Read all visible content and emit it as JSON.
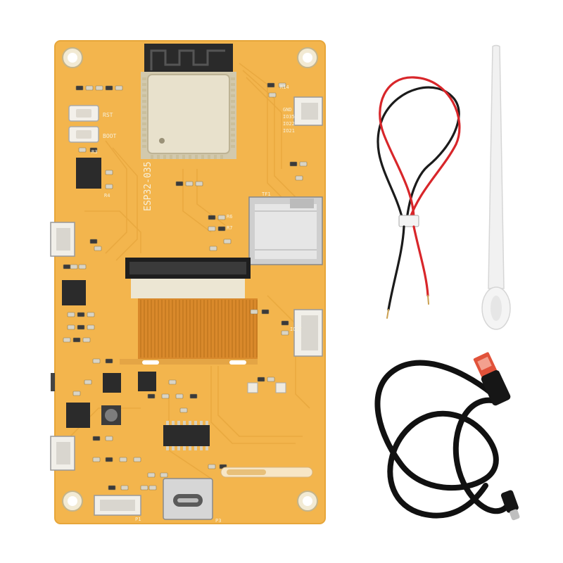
{
  "board": {
    "model_label": "ESP32-035",
    "button_boot_label": "BOOT",
    "button_reset_label": "RST",
    "silk_labels": [
      "TF1",
      "R6",
      "R7",
      "R3",
      "R4",
      "R14",
      "GND",
      "IO35",
      "IO22",
      "IO21",
      "IO27",
      "P1",
      "P3"
    ]
  },
  "colors": {
    "pcb": "#f3b54d",
    "pcb_edge": "#e7a63a",
    "trace": "#e9a83f",
    "flex_cable": "#d9892b",
    "module_shield": "#e8e1cc",
    "wire_red": "#d8262a",
    "wire_black": "#1b1b1b",
    "usb_cable": "#111111",
    "usb_plug_tip": "#e1523a",
    "stylus": "#f1f1f1"
  },
  "accessories": {
    "items": [
      "pcb-board-icon",
      "jst-wire-icon",
      "stylus-icon",
      "usb-c-cable-icon"
    ]
  }
}
